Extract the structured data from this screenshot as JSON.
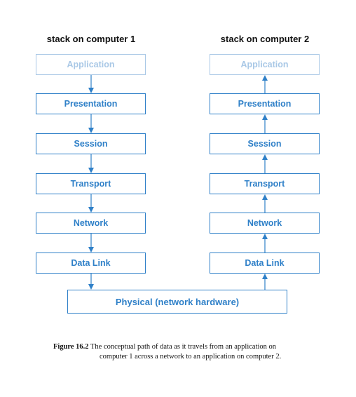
{
  "stacks": {
    "left": {
      "title": "stack on computer 1",
      "layers": [
        "Application",
        "Presentation",
        "Session",
        "Transport",
        "Network",
        "Data Link"
      ],
      "direction": "down"
    },
    "right": {
      "title": "stack on computer 2",
      "layers": [
        "Application",
        "Presentation",
        "Session",
        "Transport",
        "Network",
        "Data Link"
      ],
      "direction": "up"
    }
  },
  "physical": {
    "label": "Physical (network hardware)"
  },
  "caption": {
    "label": "Figure 16.2",
    "line1": "The conceptual path of data as it travels from an application on",
    "line2": "computer 1 across a network to an application on computer 2."
  },
  "colors": {
    "layer": "#2f80c8",
    "faded_layer": "#a9c8e6",
    "arrow": "#2f80c8"
  }
}
